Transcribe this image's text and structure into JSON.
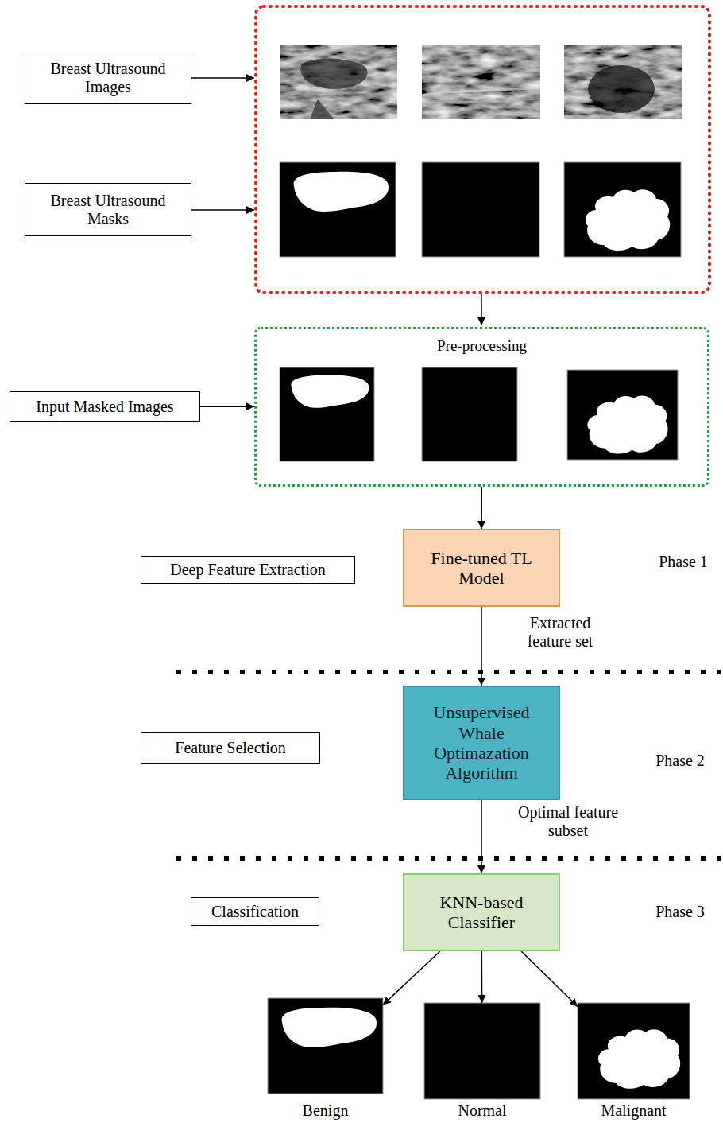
{
  "diagram": {
    "nodes": [
      {
        "text": [
          "Breast Ultrasound Images"
        ]
      },
      {
        "text": [
          "Breast Ultrasound Masks"
        ]
      },
      {
        "text": [
          "Pre-processing"
        ]
      },
      {
        "text": [
          "Input Masked Images"
        ]
      },
      {
        "text": [
          "Deep Feature Extraction"
        ]
      },
      {
        "text": [
          "Fine-tuned TL Model"
        ]
      },
      {
        "text": [
          "Feature Selection"
        ]
      },
      {
        "text": [
          "Unsupervised Whale Optimazation Algorithm"
        ]
      },
      {
        "text": [
          "Classification"
        ]
      },
      {
        "text": [
          "KNN-based Classifier"
        ]
      },
      {
        "text": [
          "Benign"
        ]
      },
      {
        "text": [
          "Normal"
        ]
      },
      {
        "text": [
          "Malignant"
        ]
      }
    ],
    "edges": [
      {
        "from": 3,
        "to": 2,
        "arrow": "to"
      },
      {
        "from": 2,
        "to": 5,
        "arrow": "to"
      },
      {
        "from": 5,
        "to": 7,
        "label": "Extracted feature set",
        "arrow": "to"
      },
      {
        "from": 7,
        "to": 9,
        "label": "Optimal feature subset",
        "arrow": "to"
      },
      {
        "from": 9,
        "to": 10,
        "arrow": "to"
      },
      {
        "from": 9,
        "to": 11,
        "arrow": "to"
      },
      {
        "from": 9,
        "to": 12,
        "arrow": "to"
      }
    ],
    "labels": [
      "Phase 1",
      "Phase 2",
      "Phase 3"
    ]
  }
}
